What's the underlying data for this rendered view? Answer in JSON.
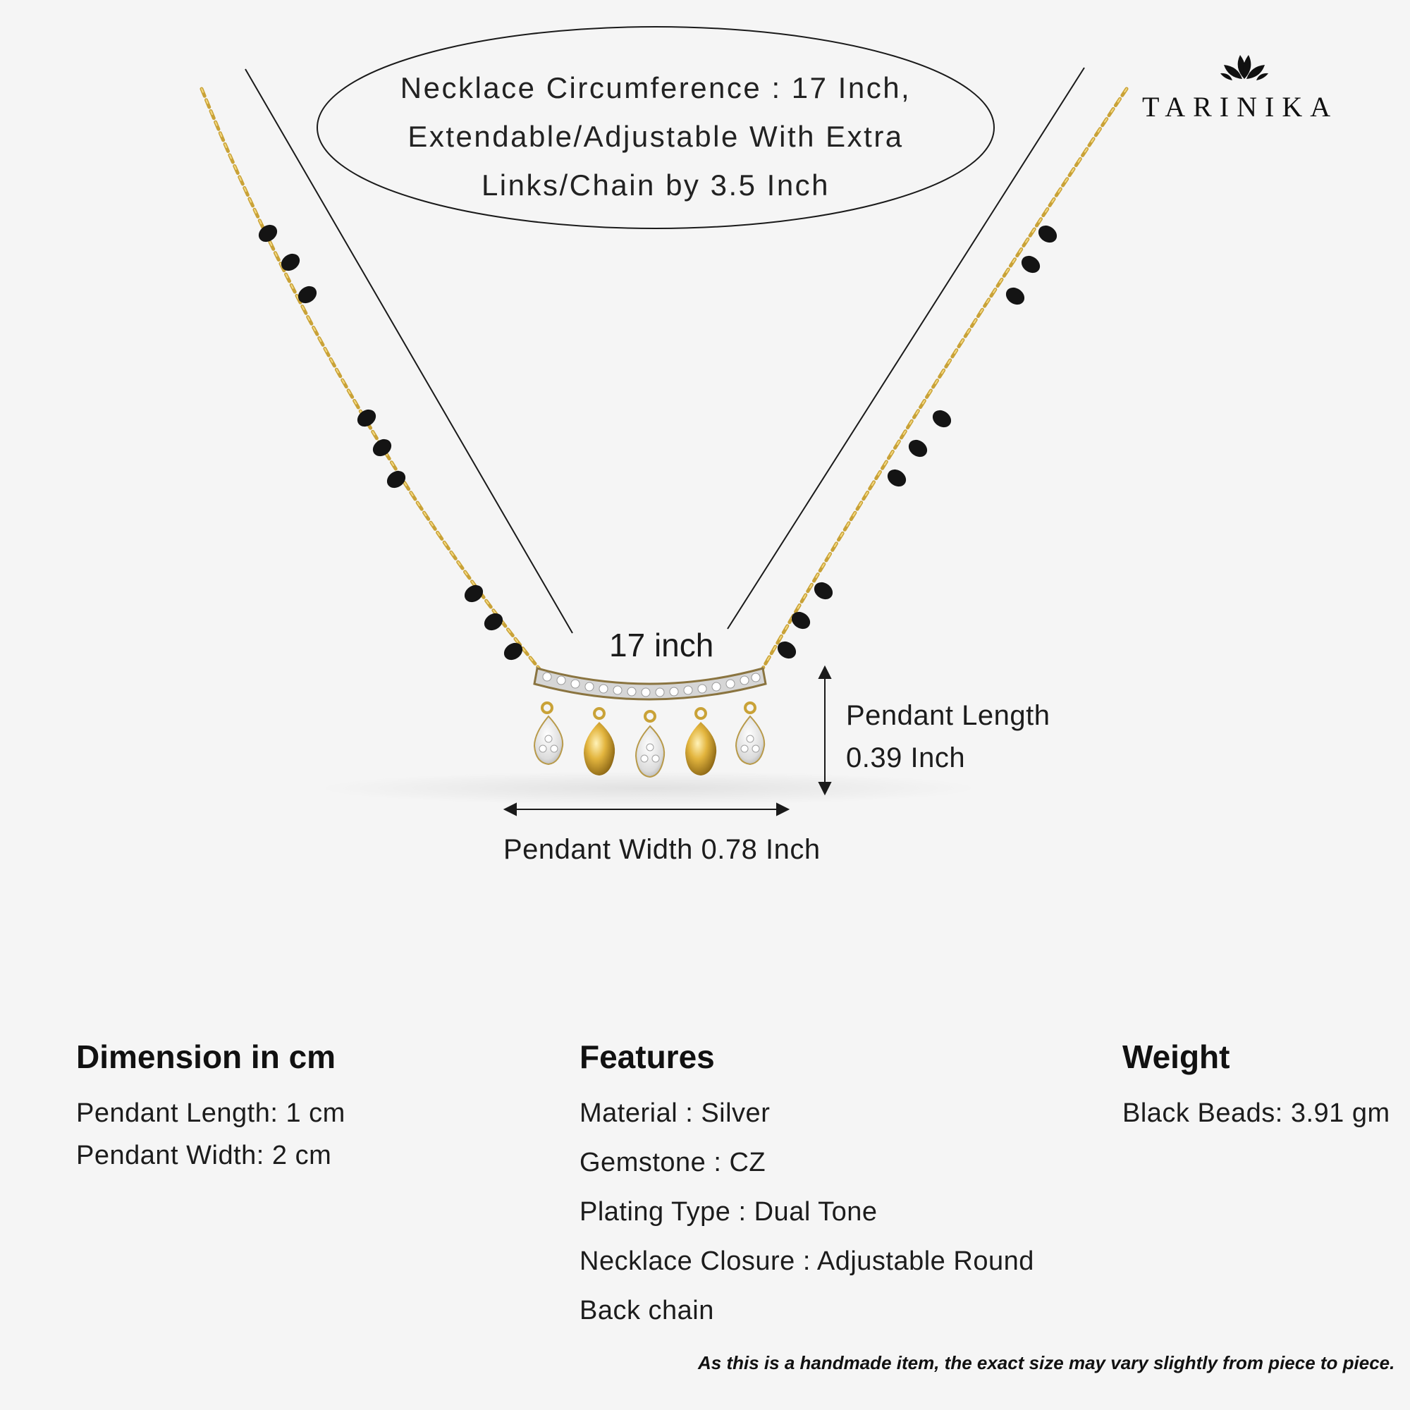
{
  "brand": {
    "name": "TARINIKA",
    "logo_icon": "lotus-icon"
  },
  "circumference_oval": {
    "lines": [
      "Necklace Circumference : 17 Inch,",
      "Extendable/Adjustable With Extra",
      "Links/Chain by 3.5 Inch"
    ]
  },
  "necklace_label": "17 inch",
  "pendant_length": {
    "line1": "Pendant Length",
    "line2": "0.39 Inch"
  },
  "pendant_width": "Pendant Width 0.78 Inch",
  "dimension": {
    "heading": "Dimension in cm",
    "items": [
      "Pendant Length: 1 cm",
      "Pendant Width: 2 cm"
    ]
  },
  "features": {
    "heading": "Features",
    "items": [
      "Material : Silver",
      "Gemstone : CZ",
      "Plating Type : Dual Tone",
      "Necklace Closure : Adjustable Round",
      "Back chain"
    ]
  },
  "weight": {
    "heading": "Weight",
    "items": [
      "Black Beads: 3.91 gm"
    ]
  },
  "disclaimer": "As this is a handmade item, the exact size may vary slightly from piece to piece.",
  "colors": {
    "background": "#f5f5f5",
    "gold": "#c9a237",
    "bead": "#141414",
    "silver": "#e4e4e4",
    "text": "#1b1b1b"
  }
}
